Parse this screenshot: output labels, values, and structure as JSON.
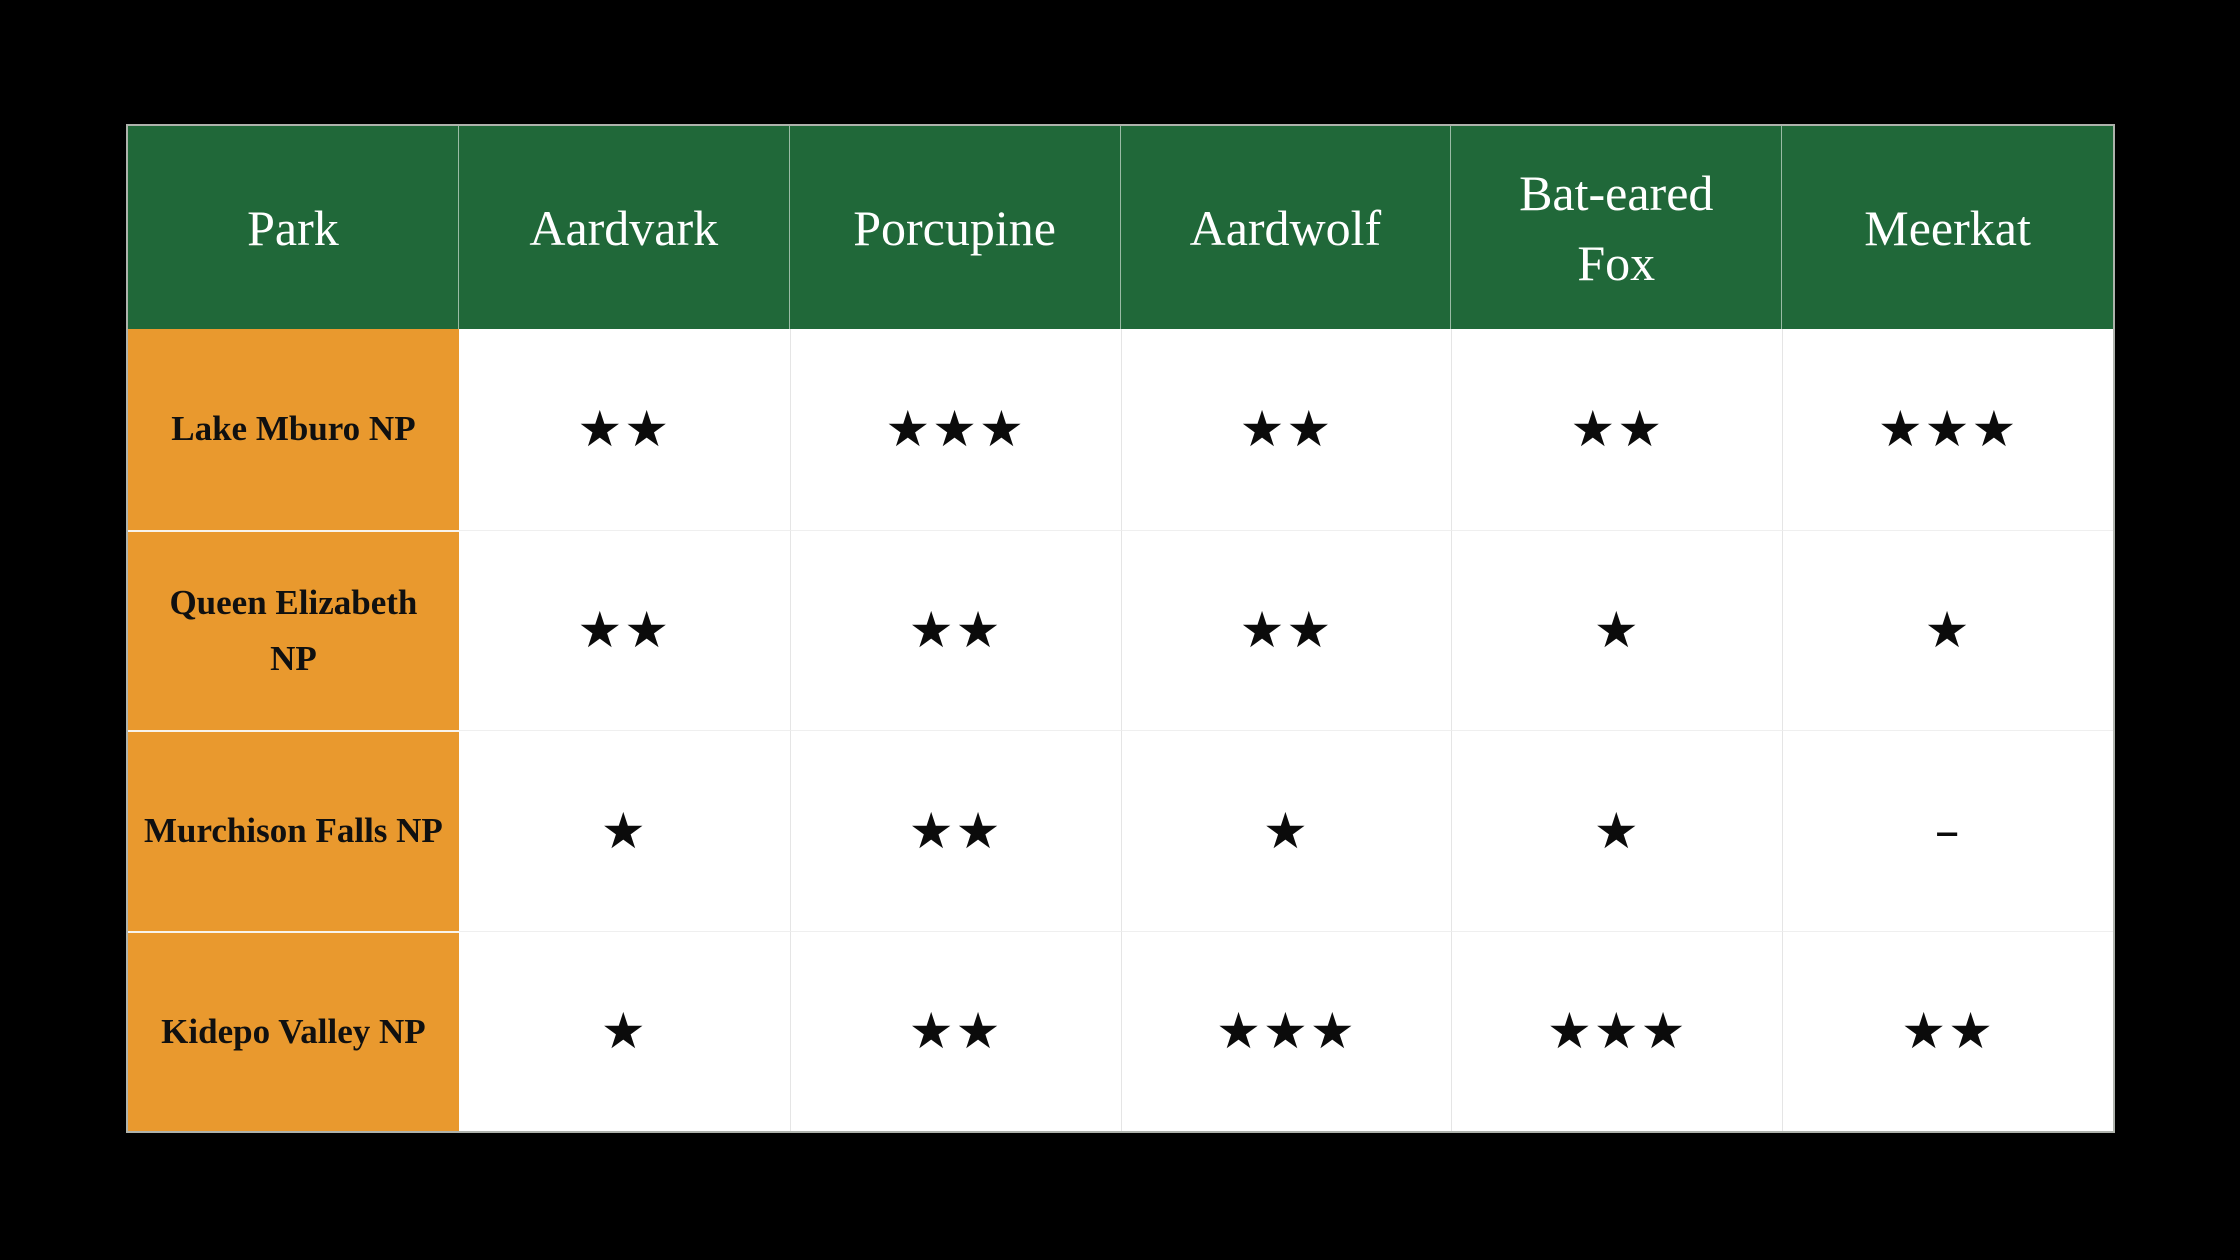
{
  "colors": {
    "page_bg": "#000000",
    "header_bg": "#206839",
    "header_text": "#FFFFFF",
    "row_header_bg": "#E9992E",
    "cell_bg": "#FFFFFF",
    "cell_text": "#0B0B0B",
    "outer_border": "#AEB2AC"
  },
  "chart_data": {
    "type": "table",
    "columns": [
      "Park",
      "Aardvark",
      "Porcupine",
      "Aardwolf",
      "Bat-eared Fox",
      "Meerkat"
    ],
    "rows": [
      {
        "park": "Lake Mburo NP",
        "values": [
          2,
          3,
          2,
          2,
          3
        ]
      },
      {
        "park": "Queen Elizabeth NP",
        "values": [
          2,
          2,
          2,
          1,
          1
        ]
      },
      {
        "park": "Murchison Falls NP",
        "values": [
          1,
          2,
          1,
          1,
          null
        ]
      },
      {
        "park": "Kidepo Valley NP",
        "values": [
          1,
          2,
          3,
          3,
          2
        ]
      }
    ],
    "rating_scale_max": 3,
    "missing_marker": "–"
  },
  "display": {
    "rows": [
      {
        "park": "Lake Mburo NP",
        "cells": [
          "★★",
          "★★★",
          "★★",
          "★★",
          "★★★"
        ]
      },
      {
        "park": "Queen Elizabeth NP",
        "cells": [
          "★★",
          "★★",
          "★★",
          "★",
          "★"
        ]
      },
      {
        "park": "Murchison Falls NP",
        "cells": [
          "★",
          "★★",
          "★",
          "★",
          "–"
        ]
      },
      {
        "park": "Kidepo Valley NP",
        "cells": [
          "★",
          "★★",
          "★★★",
          "★★★",
          "★★"
        ]
      }
    ]
  }
}
